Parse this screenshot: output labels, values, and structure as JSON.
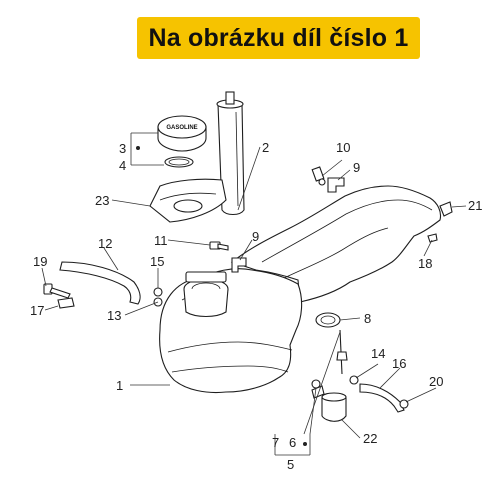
{
  "banner": {
    "title": "Na obrázku díl číslo 1",
    "background": "#f6c300"
  },
  "cap": {
    "text": "GASOLINE"
  },
  "labels": [
    {
      "id": "label-1",
      "text": "1"
    },
    {
      "id": "label-2",
      "text": "2"
    },
    {
      "id": "label-3",
      "text": "3"
    },
    {
      "id": "label-4",
      "text": "4"
    },
    {
      "id": "label-5",
      "text": "5"
    },
    {
      "id": "label-6",
      "text": "6"
    },
    {
      "id": "label-7",
      "text": "7"
    },
    {
      "id": "label-8",
      "text": "8"
    },
    {
      "id": "label-9a",
      "text": "9"
    },
    {
      "id": "label-9b",
      "text": "9"
    },
    {
      "id": "label-10",
      "text": "10"
    },
    {
      "id": "label-11",
      "text": "11"
    },
    {
      "id": "label-12",
      "text": "12"
    },
    {
      "id": "label-13",
      "text": "13"
    },
    {
      "id": "label-14",
      "text": "14"
    },
    {
      "id": "label-15",
      "text": "15"
    },
    {
      "id": "label-16",
      "text": "16"
    },
    {
      "id": "label-17",
      "text": "17"
    },
    {
      "id": "label-18",
      "text": "18"
    },
    {
      "id": "label-19",
      "text": "19"
    },
    {
      "id": "label-20",
      "text": "20"
    },
    {
      "id": "label-21",
      "text": "21"
    },
    {
      "id": "label-22",
      "text": "22"
    },
    {
      "id": "label-23",
      "text": "23"
    }
  ]
}
